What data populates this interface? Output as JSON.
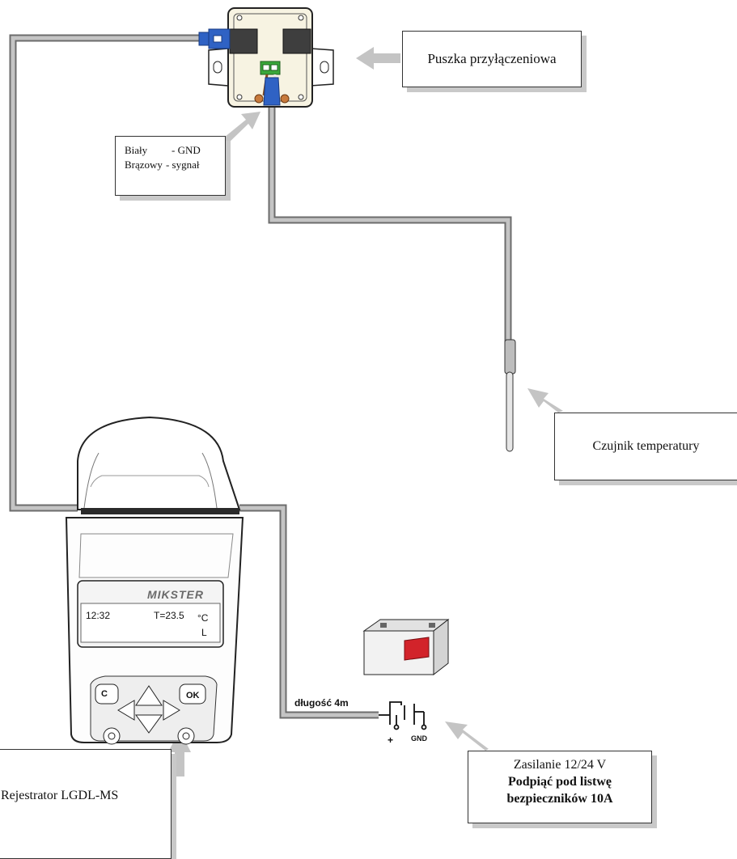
{
  "callouts": {
    "junction_box": "Puszka przyłączeniowa",
    "wires": [
      {
        "name": "Biały",
        "value": "- GND"
      },
      {
        "name": "Brązowy",
        "value": "- sygnał"
      }
    ],
    "sensor": "Czujnik temperatury",
    "power": {
      "line1": "Zasilanie 12/24 V",
      "line2": "Podpiąć pod listwę",
      "line3": "bezpieczników 10A"
    },
    "logger": "Rejestrator  LGDL-MS"
  },
  "labels": {
    "cable_length": "długość 4m",
    "plus": "+",
    "gnd": "GND"
  },
  "device": {
    "brand": "MIKSTER",
    "screen_time": "12:32",
    "screen_temp": "T=23.5",
    "screen_unit": "°C",
    "screen_mode": "L",
    "key_c": "C",
    "key_ok": "OK"
  },
  "colors": {
    "cable_fill": "#c4c4c4",
    "cable_edge": "#6c6c6c",
    "connector_blue": "#2f62c4",
    "terminal_green": "#3aa83a",
    "battery_red": "#d2232a",
    "shadow": "#c9c9c9"
  }
}
